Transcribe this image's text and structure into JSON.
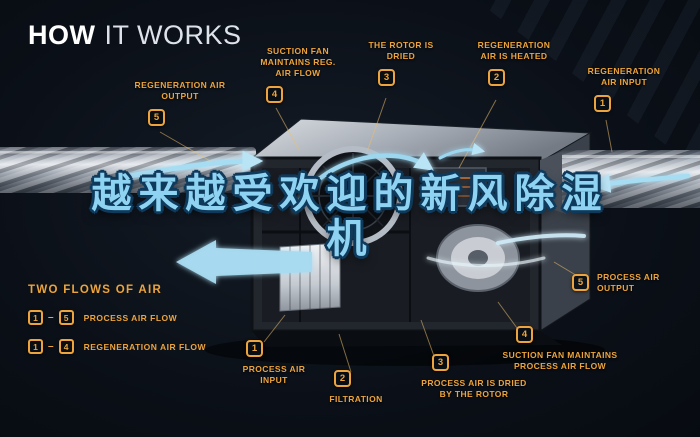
{
  "title": {
    "how": "HOW",
    "it_works": "IT WORKS"
  },
  "overlay": {
    "line1": "越来越受欢迎的新风除湿",
    "line2": "机"
  },
  "callouts": {
    "reg_output": {
      "num": "5",
      "text": "REGENERATION AIR OUTPUT"
    },
    "suction_reg": {
      "num": "4",
      "text": "SUCTION FAN MAINTAINS REG. AIR FLOW"
    },
    "rotor_dried": {
      "num": "3",
      "text": "THE ROTOR IS DRIED"
    },
    "reg_heated": {
      "num": "2",
      "text": "REGENERATION AIR IS HEATED"
    },
    "reg_input": {
      "num": "1",
      "text": "REGENERATION AIR INPUT"
    },
    "process_output": {
      "num": "5",
      "text": "PROCESS AIR OUTPUT"
    },
    "suction_process": {
      "num": "4",
      "text": "SUCTION FAN MAINTAINS PROCESS AIR FLOW"
    },
    "process_dried": {
      "num": "3",
      "text": "PROCESS AIR IS DRIED BY THE ROTOR"
    },
    "filtration": {
      "num": "2",
      "text": "FILTRATION"
    },
    "process_input": {
      "num": "1",
      "text": "PROCESS AIR INPUT"
    }
  },
  "legend": {
    "title": "TWO FLOWS OF AIR",
    "rows": [
      {
        "from": "1",
        "dash": "–",
        "to": "5",
        "label": "PROCESS AIR FLOW"
      },
      {
        "from": "1",
        "dash": "–",
        "to": "4",
        "label": "REGENERATION AIR FLOW"
      }
    ]
  },
  "colors": {
    "accent_gold": "#EDA43C",
    "overlay_blue": "#8FD3F2",
    "airflow_blue": "#A7DDF3",
    "background": "#0B1018"
  }
}
